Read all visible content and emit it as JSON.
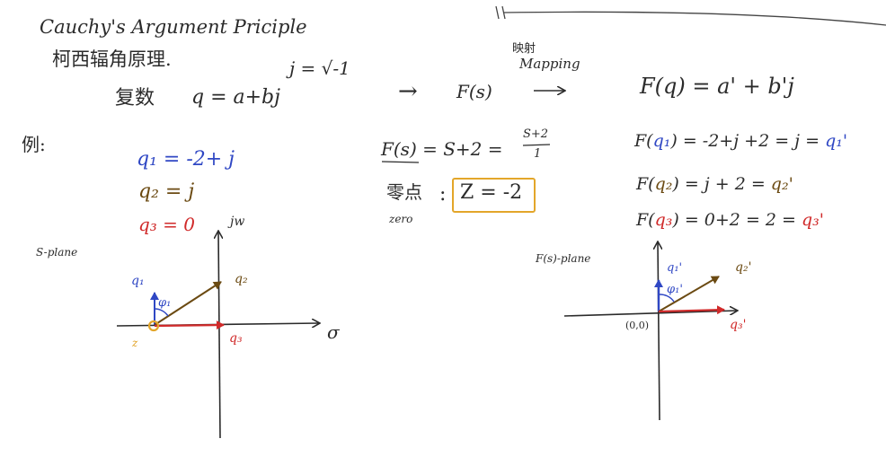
{
  "colors": {
    "ink": "#2b2b2b",
    "q1": "#2f47c4",
    "q2": "#6b4a12",
    "q3": "#d02a2a",
    "zero": "#e3a62a"
  },
  "left": {
    "title": "Cauchy's Argument Priciple",
    "title_cn": "柯西辐角原理.",
    "j_def": "j = √-1",
    "complex_label": "复数",
    "complex_eq": "q = a+bj",
    "example_label": "例:",
    "q1": "q₁ = -2+ j",
    "q2": "q₂ = j",
    "q3": "q₃ = 0",
    "plane_label": "S-plane",
    "axis_imag": "jw",
    "axis_real": "σ",
    "v_q1": "q₁",
    "v_q2": "q₂",
    "v_q3": "q₃",
    "phi": "φ₁",
    "zero_mark": "z"
  },
  "middle": {
    "arrow_from": "→",
    "F_of_s": "F(s)",
    "mapping_cn": "映射",
    "mapping": "Mapping",
    "F_def": "F(s) = S+2 =",
    "frac_num": "S+2",
    "frac_den": "1",
    "zero_cn": "零点",
    "zero_en": "zero",
    "zero_colon": ":",
    "zero_eq": "Z = -2"
  },
  "right": {
    "F_q": "F(q) = a' + b'j",
    "Fq1_pre": "F(",
    "Fq1_arg": "q₁",
    "Fq1_mid": ") = -2+j +2 = j =",
    "Fq1_res": "q₁'",
    "Fq2_pre": "F(",
    "Fq2_arg": "q₂",
    "Fq2_mid": ") = j + 2 =",
    "Fq2_res": "q₂'",
    "Fq3_pre": "F(",
    "Fq3_arg": "q₃",
    "Fq3_mid": ") = 0+2 = 2 =",
    "Fq3_res": "q₃'",
    "plane_label": "F(s)-plane",
    "origin": "(0,0)",
    "v_q1": "q₁'",
    "v_q2": "q₂'",
    "v_q3": "q₃'",
    "phi": "φ₁'"
  }
}
